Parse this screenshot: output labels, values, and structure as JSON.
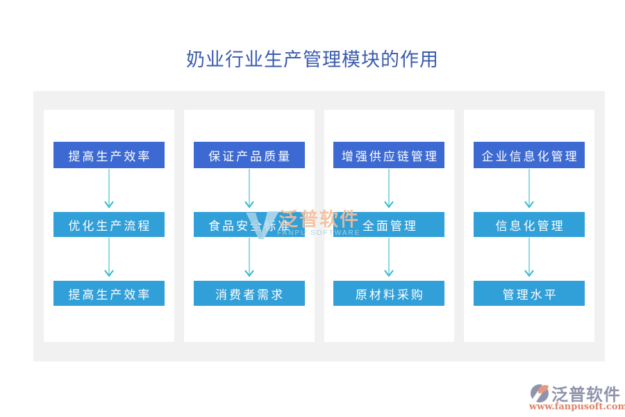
{
  "title": "奶业行业生产管理模块的作用",
  "columns": [
    {
      "boxes": [
        "提高生产效率",
        "优化生产流程",
        "提高生产效率"
      ]
    },
    {
      "boxes": [
        "保证产品质量",
        "食品安全标准",
        "消费者需求"
      ]
    },
    {
      "boxes": [
        "增强供应链管理",
        "全面管理",
        "原材料采购"
      ]
    },
    {
      "boxes": [
        "企业信息化管理",
        "信息化管理",
        "管理水平"
      ]
    }
  ],
  "watermark": {
    "name_cn": "泛普软件",
    "name_en": "FANPU SOFTWARE"
  },
  "footer_logo": {
    "brand": "泛普软件",
    "website": "www.fanpusoft.com"
  },
  "colors": {
    "title_text": "#3A5BAE",
    "box_primary": "#3D6AD2",
    "box_secondary": "#319FD8",
    "arrow_line": "#8EDAE4",
    "arrow_head": "#33B9CB",
    "panel_bg": "#F1F1F2",
    "card_bg": "#FFFFFF",
    "watermark_orange": "#F2BE9B",
    "watermark_blue": "#A9D3E6",
    "logo_gray": "#9094AB",
    "logo_slate": "#8F94AC",
    "logo_salmon": "#E9967F",
    "logo_url_text": "#DE8166"
  }
}
